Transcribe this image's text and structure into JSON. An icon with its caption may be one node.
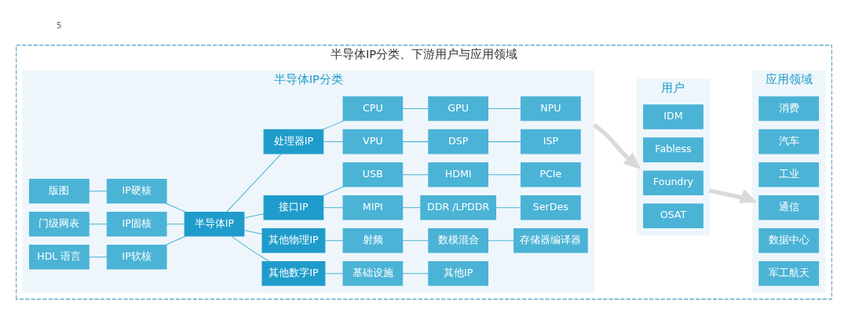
{
  "diagram": {
    "nodes": [
      {
        "text": [
          "半导体IP分类、下游用户与应用领域"
        ]
      },
      {
        "text": [
          "半导体IP分类"
        ],
        "in": 0
      },
      {
        "text": [
          "HDL 语言"
        ],
        "in": 1
      },
      {
        "text": [
          "IP软核"
        ],
        "in": 1
      },
      {
        "text": [
          "门级网表"
        ],
        "in": 1
      },
      {
        "text": [
          "IP固核"
        ],
        "in": 1
      },
      {
        "text": [
          "版图"
        ],
        "in": 1
      },
      {
        "text": [
          "IP硬核"
        ],
        "in": 1
      },
      {
        "text": [
          "半导体IP"
        ],
        "in": 1
      },
      {
        "text": [
          "处理器IP"
        ],
        "in": 1
      },
      {
        "text": [
          "CPU"
        ],
        "in": 1
      },
      {
        "text": [
          "GPU"
        ],
        "in": 1
      },
      {
        "text": [
          "NPU"
        ],
        "in": 1
      },
      {
        "text": [
          "VPU"
        ],
        "in": 1
      },
      {
        "text": [
          "DSP"
        ],
        "in": 1
      },
      {
        "text": [
          "ISP"
        ],
        "in": 1
      },
      {
        "text": [
          "接口IP"
        ],
        "in": 1
      },
      {
        "text": [
          "USB"
        ],
        "in": 1
      },
      {
        "text": [
          "HDMI"
        ],
        "in": 1
      },
      {
        "text": [
          "PCIe"
        ],
        "in": 1
      },
      {
        "text": [
          "MIPI"
        ],
        "in": 1
      },
      {
        "text": [
          "DDR /LPDDR"
        ],
        "in": 1
      },
      {
        "text": [
          "SerDes"
        ],
        "in": 1
      },
      {
        "text": [
          "其他物理IP"
        ],
        "in": 1
      },
      {
        "text": [
          "射频"
        ],
        "in": 1
      },
      {
        "text": [
          "数模混合"
        ],
        "in": 1
      },
      {
        "text": [
          "存储器编译器"
        ],
        "in": 1
      },
      {
        "text": [
          "其他数字IP"
        ],
        "in": 1
      },
      {
        "text": [
          "基础设施"
        ],
        "in": 1
      },
      {
        "text": [
          "其他IP"
        ],
        "in": 1
      },
      {
        "text": [
          "用户"
        ],
        "in": 0
      },
      {
        "text": [
          "IDM"
        ],
        "in": 30
      },
      {
        "text": [
          "Fabless"
        ],
        "in": 30
      },
      {
        "text": [
          "Foundry"
        ],
        "in": 30
      },
      {
        "text": [
          "OSAT"
        ],
        "in": 30
      },
      {
        "text": [
          "应用领域"
        ],
        "in": 0
      },
      {
        "text": [
          "消费"
        ],
        "in": 35
      },
      {
        "text": [
          "汽车"
        ],
        "in": 35
      },
      {
        "text": [
          "工业"
        ],
        "in": 35
      },
      {
        "text": [
          "通信"
        ],
        "in": 35
      },
      {
        "text": [
          "数据中心"
        ],
        "in": 35
      },
      {
        "text": [
          "军工航天"
        ],
        "in": 35
      }
    ],
    "edges": [
      {
        "from": 2,
        "to": 3,
        "arrow": "none"
      },
      {
        "from": 4,
        "to": 5,
        "arrow": "none"
      },
      {
        "from": 6,
        "to": 7,
        "arrow": "none"
      },
      {
        "from": 3,
        "to": 8,
        "arrow": "none"
      },
      {
        "from": 5,
        "to": 8,
        "arrow": "none"
      },
      {
        "from": 7,
        "to": 8,
        "arrow": "none"
      },
      {
        "from": 8,
        "to": 9,
        "arrow": "none"
      },
      {
        "from": 8,
        "to": 16,
        "arrow": "none"
      },
      {
        "from": 8,
        "to": 23,
        "arrow": "none"
      },
      {
        "from": 8,
        "to": 27,
        "arrow": "none"
      },
      {
        "from": 9,
        "to": 10,
        "arrow": "none"
      },
      {
        "from": 9,
        "to": 13,
        "arrow": "none"
      },
      {
        "from": 10,
        "to": 11,
        "arrow": "none"
      },
      {
        "from": 11,
        "to": 12,
        "arrow": "none"
      },
      {
        "from": 13,
        "to": 14,
        "arrow": "none"
      },
      {
        "from": 14,
        "to": 15,
        "arrow": "none"
      },
      {
        "from": 16,
        "to": 17,
        "arrow": "none"
      },
      {
        "from": 16,
        "to": 20,
        "arrow": "none"
      },
      {
        "from": 17,
        "to": 18,
        "arrow": "none"
      },
      {
        "from": 18,
        "to": 19,
        "arrow": "none"
      },
      {
        "from": 20,
        "to": 21,
        "arrow": "none"
      },
      {
        "from": 21,
        "to": 22,
        "arrow": "none"
      },
      {
        "from": 23,
        "to": 24,
        "arrow": "none"
      },
      {
        "from": 24,
        "to": 25,
        "arrow": "none"
      },
      {
        "from": 25,
        "to": 26,
        "arrow": "none"
      },
      {
        "from": 27,
        "to": 28,
        "arrow": "none"
      },
      {
        "from": 28,
        "to": 29,
        "arrow": "none"
      },
      {
        "from": 1,
        "to": 30,
        "arrow": "to",
        "style": "thick",
        "color": "#d9d9d9"
      },
      {
        "from": 30,
        "to": 35,
        "arrow": "to",
        "style": "thick",
        "color": "#d9d9d9"
      }
    ],
    "labels": [
      "5"
    ]
  }
}
